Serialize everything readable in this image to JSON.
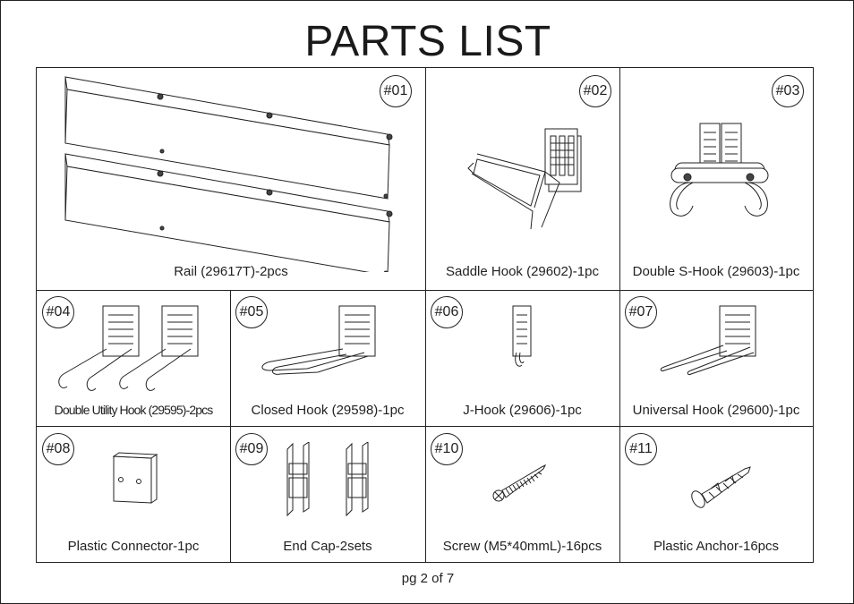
{
  "title": "PARTS LIST",
  "footer": "pg 2 of 7",
  "parts": [
    {
      "num": "#01",
      "label": "Rail (29617T)-2pcs",
      "icon": "rail-icon"
    },
    {
      "num": "#02",
      "label": "Saddle Hook (29602)-1pc",
      "icon": "saddle-hook-icon"
    },
    {
      "num": "#03",
      "label": "Double S-Hook (29603)-1pc",
      "icon": "double-s-hook-icon"
    },
    {
      "num": "#04",
      "label": "Double Utility Hook (29595)-2pcs",
      "icon": "double-utility-hook-icon"
    },
    {
      "num": "#05",
      "label": "Closed Hook (29598)-1pc",
      "icon": "closed-hook-icon"
    },
    {
      "num": "#06",
      "label": "J-Hook (29606)-1pc",
      "icon": "j-hook-icon"
    },
    {
      "num": "#07",
      "label": "Universal Hook (29600)-1pc",
      "icon": "universal-hook-icon"
    },
    {
      "num": "#08",
      "label": "Plastic Connector-1pc",
      "icon": "plastic-connector-icon"
    },
    {
      "num": "#09",
      "label": "End Cap-2sets",
      "icon": "end-cap-icon"
    },
    {
      "num": "#10",
      "label": "Screw (M5*40mmL)-16pcs",
      "icon": "screw-icon"
    },
    {
      "num": "#11",
      "label": "Plastic Anchor-16pcs",
      "icon": "plastic-anchor-icon"
    }
  ]
}
